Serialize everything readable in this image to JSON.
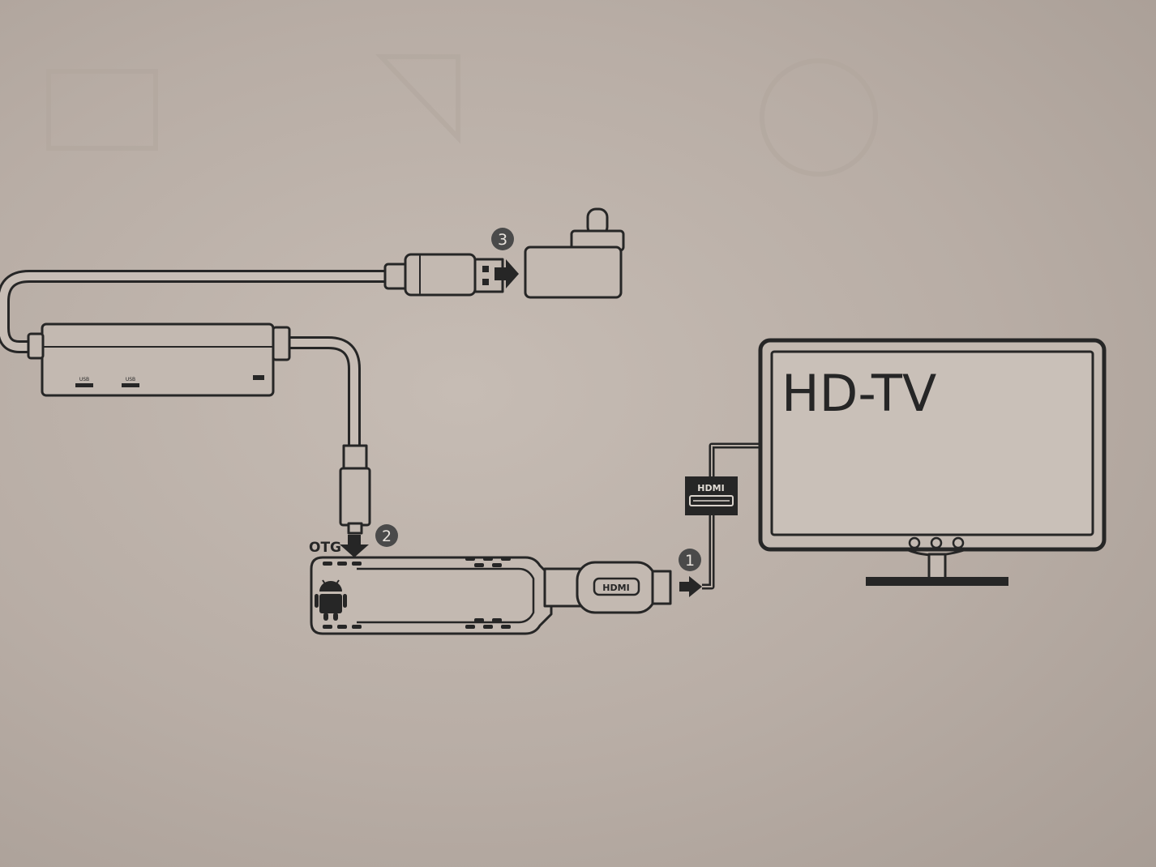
{
  "tv": {
    "label": "HD-TV"
  },
  "hdmi_port": {
    "label": "HDMI"
  },
  "hdmi_plug": {
    "label": "HDMI"
  },
  "otg": {
    "label": "OTG"
  },
  "hub": {
    "port_labels": [
      "USB",
      "USB"
    ]
  },
  "steps": [
    {
      "number": "1",
      "meaning": "HDMI"
    },
    {
      "number": "2",
      "meaning": "OTG"
    },
    {
      "number": "3",
      "meaning": "power"
    }
  ],
  "colors": {
    "paper": "#bdb2aa",
    "ink": "#262626",
    "panel": "#c6bcb5",
    "step_badge": "#4a4a4a"
  },
  "icons": [
    "power-adapter-icon",
    "android-logo-icon",
    "arrow-right-icon",
    "arrow-down-icon"
  ]
}
